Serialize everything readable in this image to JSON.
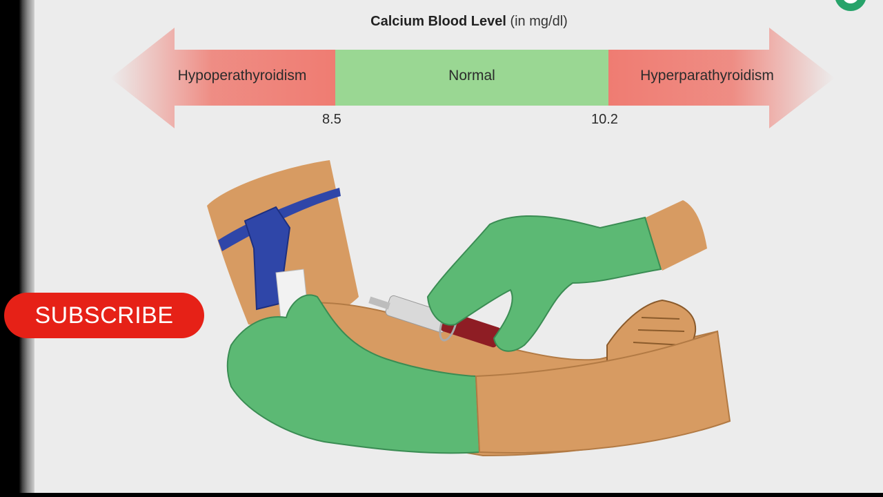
{
  "diagram": {
    "title_bold": "Calcium Blood Level",
    "title_unit": "(in mg/dl)",
    "segments": {
      "low": "Hypoperathyroidism",
      "normal": "Normal",
      "high": "Hyperparathyroidism"
    },
    "thresholds": {
      "lower": "8.5",
      "upper": "10.2"
    },
    "colors": {
      "low_high": "#ef7c72",
      "normal": "#9ad793"
    }
  },
  "overlay": {
    "subscribe_label": "SUBSCRIBE"
  }
}
